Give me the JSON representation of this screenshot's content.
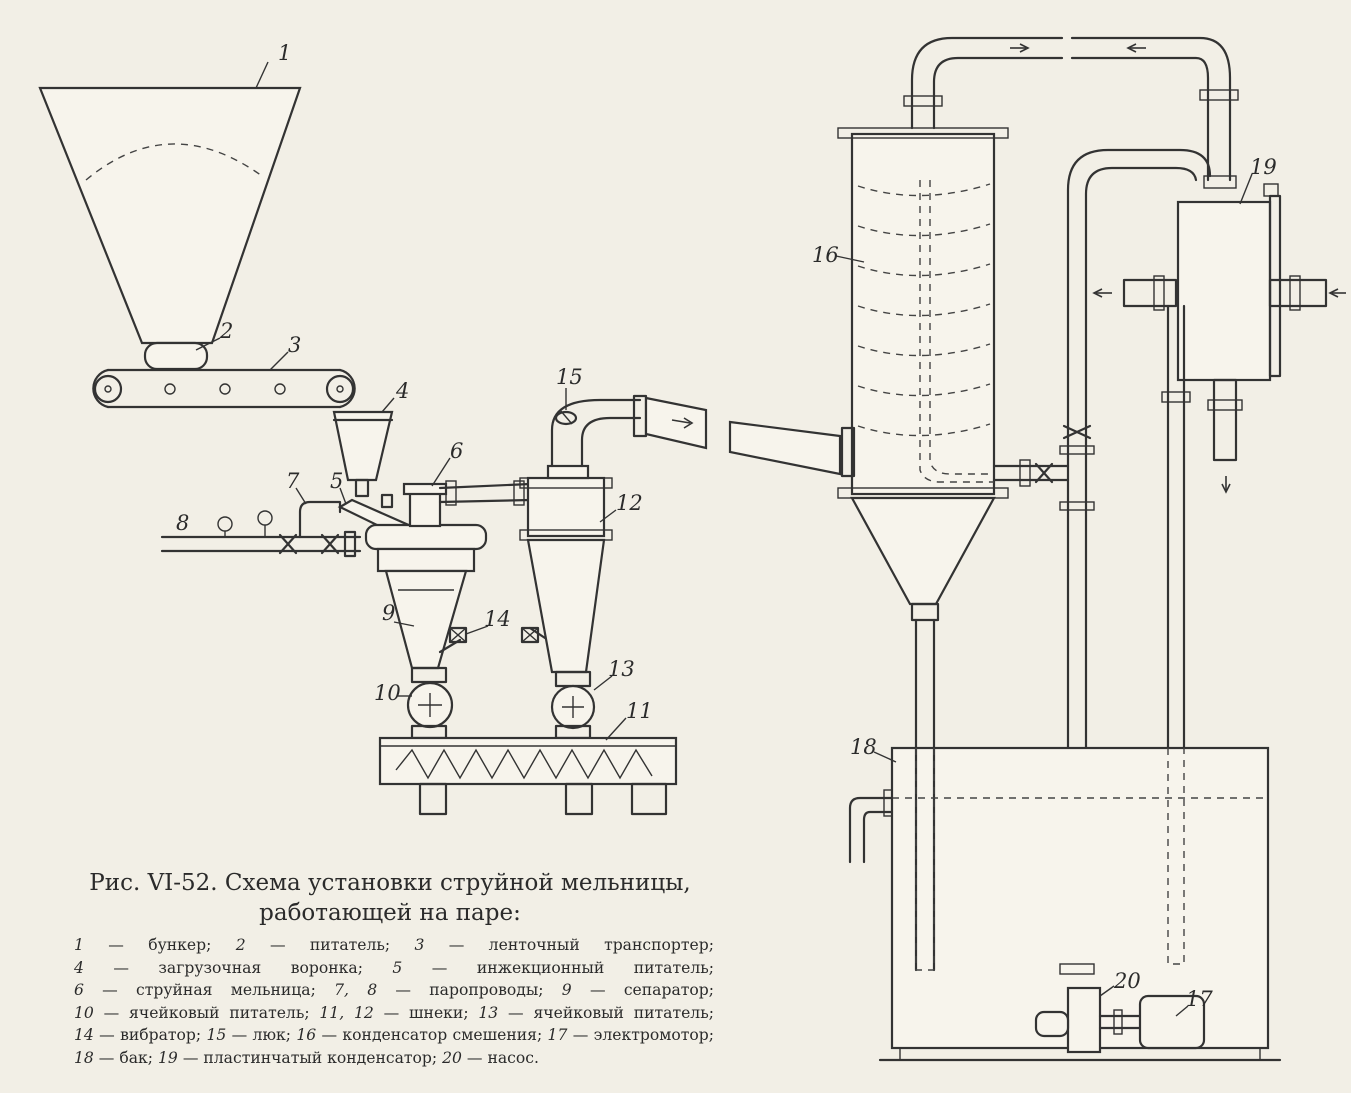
{
  "caption": {
    "title_line1": "Рис. VI-52. Схема установки струйной мельницы,",
    "title_line2": "работающей на паре:"
  },
  "legend": [
    {
      "num": "1",
      "text": "бункер;"
    },
    {
      "num": "2",
      "text": "питатель;"
    },
    {
      "num": "3",
      "text": "ленточный транспортер;"
    },
    {
      "num": "4",
      "text": "загрузочная воронка;"
    },
    {
      "num": "5",
      "text": "инжекционный питатель;"
    },
    {
      "num": "6",
      "text": "струйная мельница;"
    },
    {
      "num": "7, 8",
      "text": "паропроводы;"
    },
    {
      "num": "9",
      "text": "сепаратор;"
    },
    {
      "num": "10",
      "text": "ячейковый питатель;"
    },
    {
      "num": "11, 12",
      "text": "шнеки;"
    },
    {
      "num": "13",
      "text": "ячейковый питатель;"
    },
    {
      "num": "14",
      "text": "вибратор;"
    },
    {
      "num": "15",
      "text": "люк;"
    },
    {
      "num": "16",
      "text": "конденсатор смешения;"
    },
    {
      "num": "17",
      "text": "электромотор;"
    },
    {
      "num": "18",
      "text": "бак;"
    },
    {
      "num": "19",
      "text": "пластинчатый конденсатор;"
    },
    {
      "num": "20",
      "text": "насос."
    }
  ],
  "labels": {
    "l1": "1",
    "l2": "2",
    "l3": "3",
    "l4": "4",
    "l5": "5",
    "l6": "6",
    "l7": "7",
    "l8": "8",
    "l9": "9",
    "l10": "10",
    "l11": "11",
    "l12": "12",
    "l13": "13",
    "l14": "14",
    "l15": "15",
    "l16": "16",
    "l17": "17",
    "l18": "18",
    "l19": "19",
    "l20": "20"
  },
  "colors": {
    "ink": "#333333",
    "paper": "#f2efe6"
  }
}
